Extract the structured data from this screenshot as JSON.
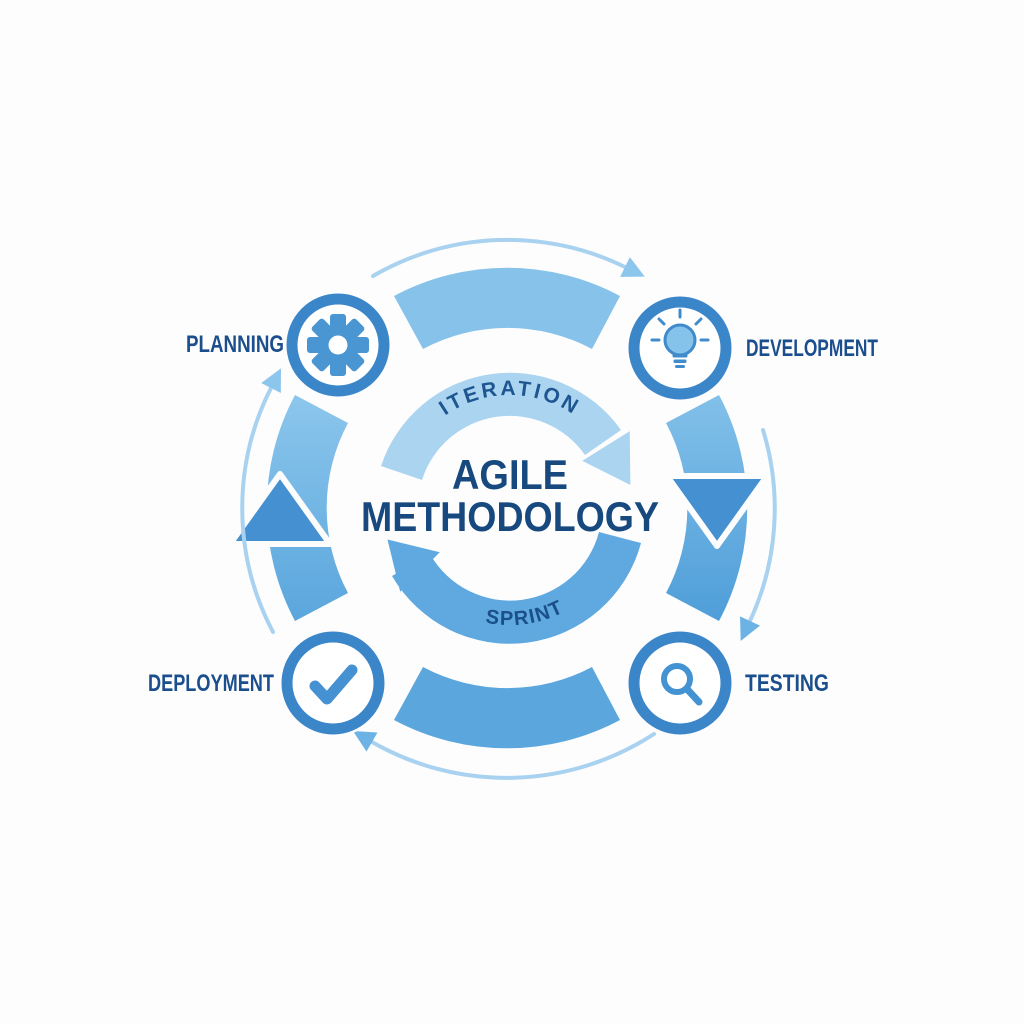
{
  "diagram": {
    "title": {
      "line1": "AGILE",
      "line2": "METHODOLOGY"
    },
    "cycle_labels": {
      "top": "ITERATION",
      "bottom": "SPRINT"
    },
    "direction": "clockwise",
    "stages": [
      {
        "id": "planning",
        "label": "PLANNING",
        "icon": "gear-icon",
        "position": "top-left"
      },
      {
        "id": "development",
        "label": "DEVELOPMENT",
        "icon": "lightbulb-icon",
        "position": "top-right"
      },
      {
        "id": "testing",
        "label": "TESTING",
        "icon": "magnifier-icon",
        "position": "bottom-right"
      },
      {
        "id": "deployment",
        "label": "DEPLOYMENT",
        "icon": "checkmark-icon",
        "position": "bottom-left"
      }
    ],
    "colors": {
      "background": "#fdfdfe",
      "title_text": "#17497f",
      "label_text": "#1b4e8c",
      "curved_label_text": "#1d5690",
      "band_light": "#86c2ea",
      "band_medium": "#5aa6dd",
      "solid_arrow": "#4590d0",
      "inner_arc_light": "#abd4f0",
      "inner_arc_medium": "#5fa9e0",
      "node_ring": "#3b86c8",
      "icon_blue": "#4a96d2",
      "thin_arc": "#a8d2ef"
    }
  }
}
